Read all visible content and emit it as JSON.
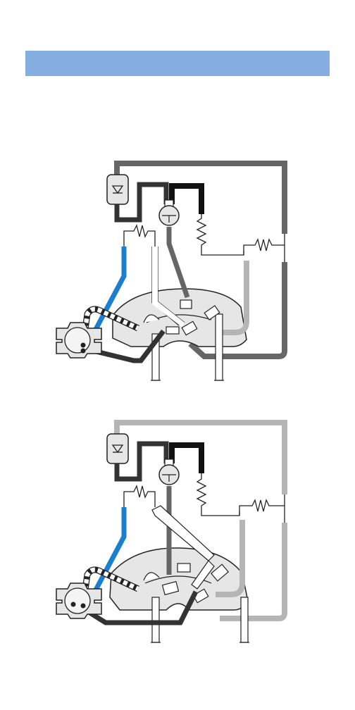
{
  "header": {
    "title": "",
    "color": "#84aee0"
  },
  "diagrams": [
    {
      "id": "top",
      "variant": "straight-probes"
    },
    {
      "id": "bottom",
      "variant": "bent-probes"
    }
  ],
  "colors": {
    "wire_dark": "#333333",
    "wire_black": "#111111",
    "wire_gray": "#666666",
    "wire_light": "#b5b5b5",
    "wire_blue": "#1b7fd0",
    "board_fill": "#e6e6e6",
    "outline": "#222222"
  },
  "icons": {
    "lamp": "lamp-icon",
    "diode": "diode-icon",
    "connector": "connector-plug-icon",
    "resistor": "resistor-icon"
  }
}
